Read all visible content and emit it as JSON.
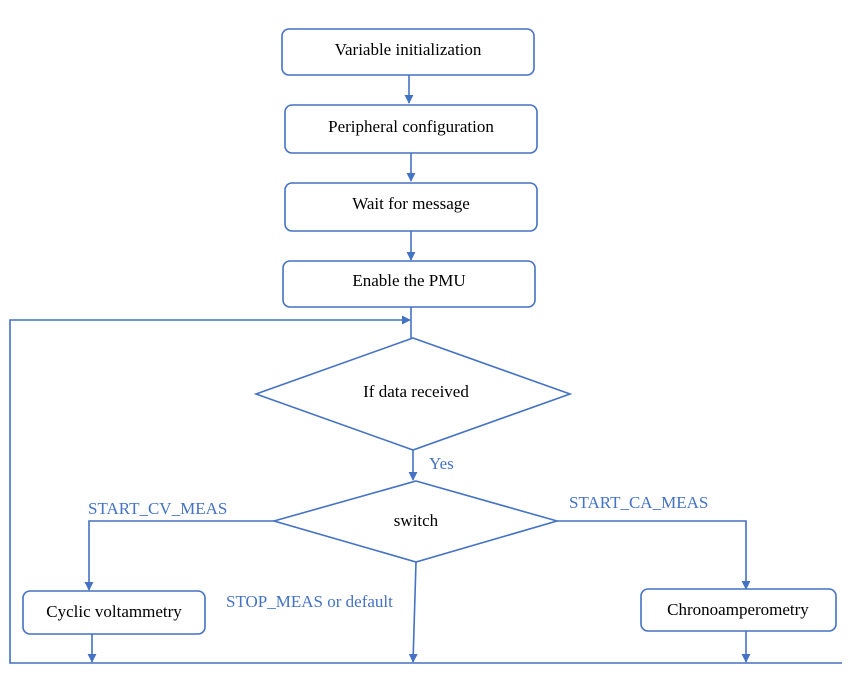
{
  "colors": {
    "stroke": "#4472C4",
    "label": "#4472C4",
    "text": "#000000",
    "fill": "#FFFFFF"
  },
  "nodes": {
    "init": "Variable initialization",
    "peripheral": "Peripheral configuration",
    "wait": "Wait for message",
    "pmu": "Enable the PMU",
    "data_received": "If data received",
    "switch": "switch",
    "cv": "Cyclic voltammetry",
    "ca": "Chronoamperometry"
  },
  "edge_labels": {
    "yes": "Yes",
    "start_cv": "START_CV_MEAS",
    "start_ca": "START_CA_MEAS",
    "stop": "STOP_MEAS or default"
  }
}
